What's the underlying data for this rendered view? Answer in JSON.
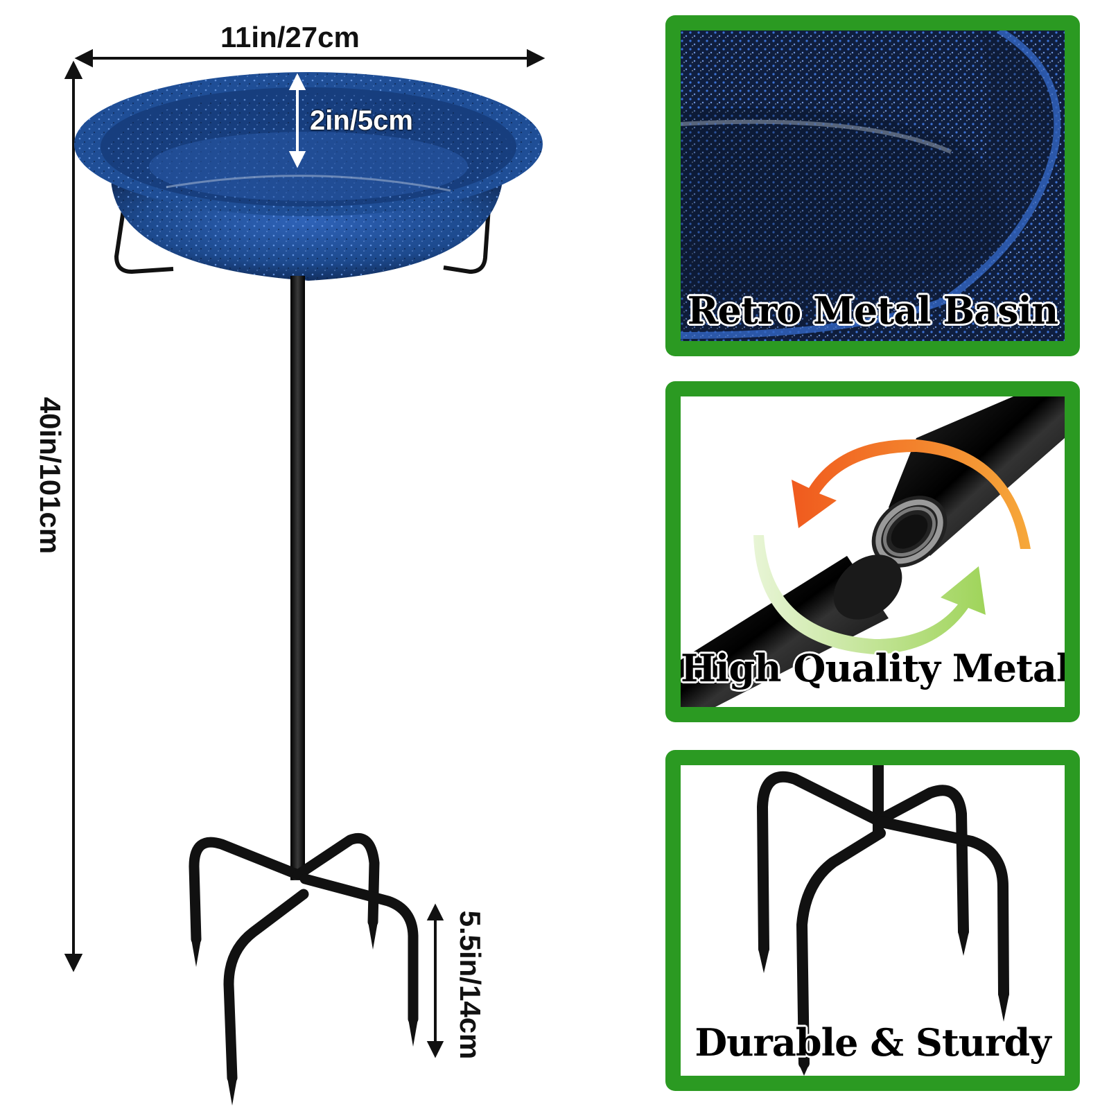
{
  "dimensions": {
    "width": "11in/27cm",
    "depth": "2in/5cm",
    "height": "40in/101cm",
    "stake": "5.5in/14cm"
  },
  "panels": [
    {
      "caption": "Retro Metal Basin"
    },
    {
      "caption": "High Quality Metal"
    },
    {
      "caption": "Durable & Sturdy"
    }
  ],
  "colors": {
    "panel_border": "#2b9a22",
    "basin_blue": "#1f4e96",
    "metal_black": "#111111",
    "arrow_orange": "#f08a2a",
    "arrow_green": "#9fd45a"
  }
}
